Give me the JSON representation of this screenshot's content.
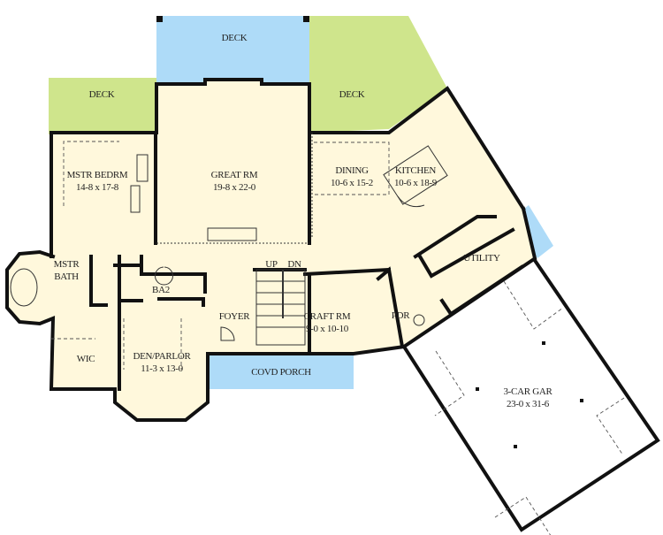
{
  "colors": {
    "floor": "#FFF8DC",
    "deck_green": "#CFE58C",
    "porch_blue": "#AEDBF8",
    "wall": "#111111",
    "garage": "#FFFFFF"
  },
  "rooms": [
    {
      "id": "deck-top",
      "name": "DECK",
      "size": ""
    },
    {
      "id": "deck-left",
      "name": "DECK",
      "size": ""
    },
    {
      "id": "deck-right",
      "name": "DECK",
      "size": ""
    },
    {
      "id": "master-bedroom",
      "name": "MSTR BEDRM",
      "size": "14-8 x 17-8"
    },
    {
      "id": "great-room",
      "name": "GREAT RM",
      "size": "19-8 x 22-0"
    },
    {
      "id": "dining",
      "name": "DINING",
      "size": "10-6 x 15-2"
    },
    {
      "id": "kitchen",
      "name": "KITCHEN",
      "size": "10-6 x 18-9"
    },
    {
      "id": "utility",
      "name": "UTILITY",
      "size": ""
    },
    {
      "id": "master-bath",
      "name": "MSTR",
      "size": "BATH"
    },
    {
      "id": "bath-2",
      "name": "BA2",
      "size": ""
    },
    {
      "id": "foyer",
      "name": "FOYER",
      "size": ""
    },
    {
      "id": "craft-room",
      "name": "CRAFT RM",
      "size": "9-0 x 10-10"
    },
    {
      "id": "powder-room",
      "name": "PDR",
      "size": ""
    },
    {
      "id": "walk-in-closet",
      "name": "WIC",
      "size": ""
    },
    {
      "id": "den-parlor",
      "name": "DEN/PARLOR",
      "size": "11-3 x 13-0"
    },
    {
      "id": "covered-porch",
      "name": "COVD PORCH",
      "size": ""
    },
    {
      "id": "garage",
      "name": "3-CAR GAR",
      "size": "23-0 x 31-6"
    }
  ],
  "stairs": {
    "up": "UP",
    "down": "DN"
  }
}
